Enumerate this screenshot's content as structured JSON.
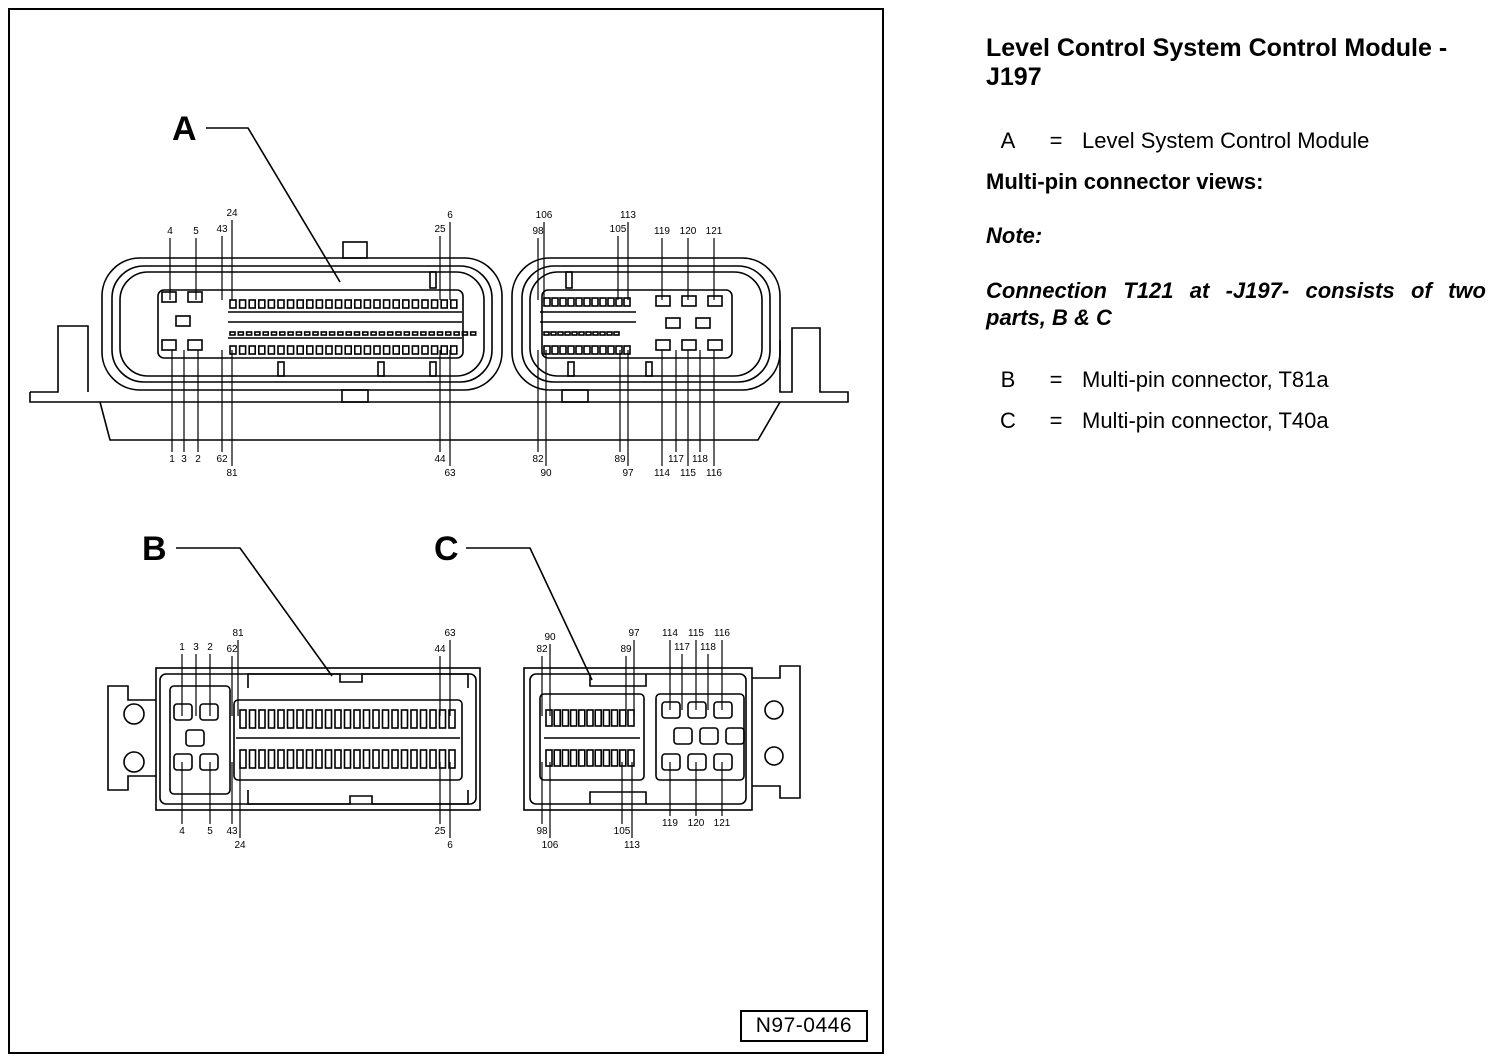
{
  "title": "Level Control System Control Module - J197",
  "legend_a": {
    "key": "A",
    "eq": "=",
    "text": "Level System Control Module"
  },
  "connector_views_heading": "Multi-pin connector views:",
  "note": {
    "label": "Note:",
    "text": "Connection T121 at -J197- consists of two parts, B & C"
  },
  "legend_bc": [
    {
      "key": "B",
      "eq": "=",
      "text": "Multi-pin connector, T81a"
    },
    {
      "key": "C",
      "eq": "=",
      "text": "Multi-pin connector, T40a"
    }
  ],
  "figure": {
    "reference": "N97-0446",
    "callouts": [
      "A",
      "B",
      "C"
    ],
    "module_a_pins_top": [
      "4",
      "5",
      "24",
      "43",
      "6",
      "25",
      "106",
      "98",
      "113",
      "105",
      "119",
      "120",
      "121"
    ],
    "module_a_pins_bottom": [
      "1",
      "3",
      "2",
      "62",
      "81",
      "44",
      "63",
      "82",
      "90",
      "89",
      "97",
      "114",
      "117",
      "115",
      "118",
      "116"
    ],
    "connector_b_pins_top": [
      "1",
      "3",
      "2",
      "81",
      "62",
      "63",
      "44"
    ],
    "connector_b_pins_bottom": [
      "4",
      "5",
      "43",
      "24",
      "25",
      "6"
    ],
    "connector_c_pins_top": [
      "90",
      "82",
      "97",
      "89",
      "114",
      "117",
      "115",
      "118",
      "116"
    ],
    "connector_c_pins_bottom": [
      "98",
      "106",
      "105",
      "113",
      "119",
      "120",
      "121"
    ]
  }
}
